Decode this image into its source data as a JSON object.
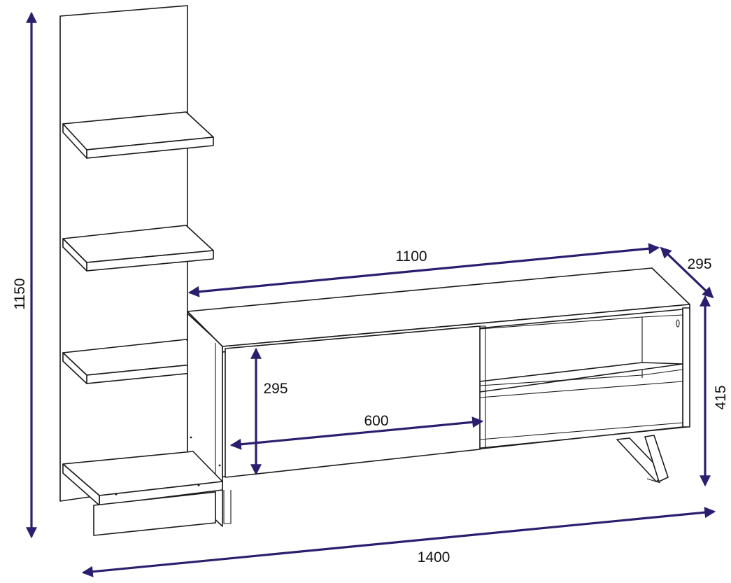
{
  "dimensions": {
    "total_height": "1150",
    "unit_width": "1100",
    "unit_depth": "295",
    "door_height": "295",
    "door_width": "600",
    "unit_height": "415",
    "total_width": "1400"
  },
  "colors": {
    "dimension_arrow": "#2a1f6e",
    "outline": "#1a1a1a"
  }
}
